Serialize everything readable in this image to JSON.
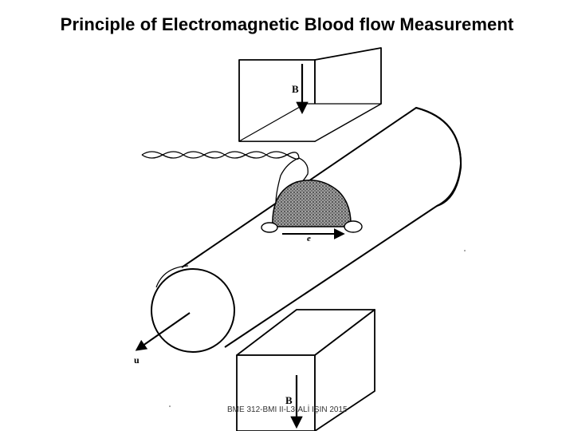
{
  "slide": {
    "title": "Principle of Electromagnetic Blood flow Measurement",
    "footer": "BME 312-BMI II-L3-ALİ IŞIN 2015"
  },
  "diagram": {
    "labels": {
      "field_top": "B",
      "field_bottom": "B",
      "velocity": "u",
      "emf": "e"
    },
    "icons": [
      "magnet-pole-top",
      "magnet-pole-bottom",
      "blood-vessel-cylinder",
      "electrode-cap",
      "twisted-pair-lead",
      "field-arrow",
      "flow-arrow",
      "emf-arrow"
    ]
  },
  "colors": {
    "ink": "#000000",
    "background": "#ffffff",
    "stipple": "#555555"
  }
}
